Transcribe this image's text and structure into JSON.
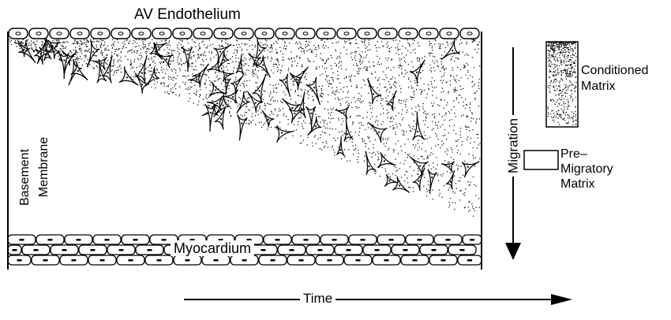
{
  "title": "AV Endothelium",
  "labels": {
    "myocardium": "Myocardium",
    "basement_membrane": [
      "Basement",
      "Membrane"
    ],
    "migration": "Migration",
    "time": "Time"
  },
  "legend": [
    {
      "key": "conditioned",
      "lines": [
        "Conditioned",
        "Matrix"
      ],
      "fill": "stippled"
    },
    {
      "key": "pre_migratory",
      "lines": [
        "Pre–",
        "Migratory",
        "Matrix"
      ],
      "fill": "blank"
    }
  ],
  "colors": {
    "ink": "#000000",
    "background": "#ffffff"
  }
}
